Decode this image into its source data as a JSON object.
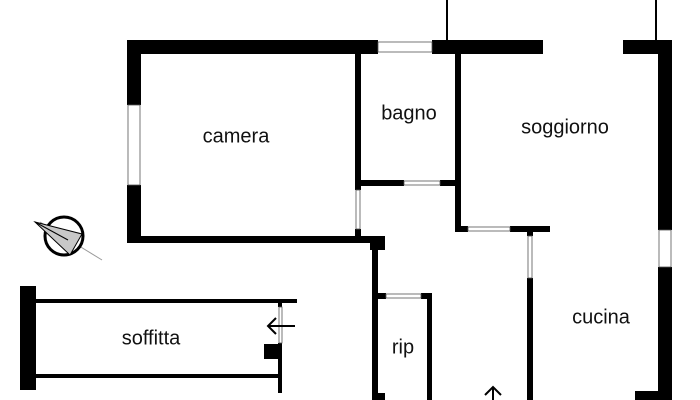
{
  "rooms": {
    "camera": "camera",
    "bagno": "bagno",
    "soggiorno": "soggiorno",
    "cucina": "cucina",
    "rip": "rip",
    "soffitta": "soffitta"
  },
  "colors": {
    "wall": "#000000",
    "window": "#ffffff",
    "compass_fill": "#c8c8c8"
  },
  "icons": {
    "compass": "north-arrow-icon",
    "entrance": "arrow-up-icon",
    "soffitta_entrance": "arrow-left-icon"
  }
}
